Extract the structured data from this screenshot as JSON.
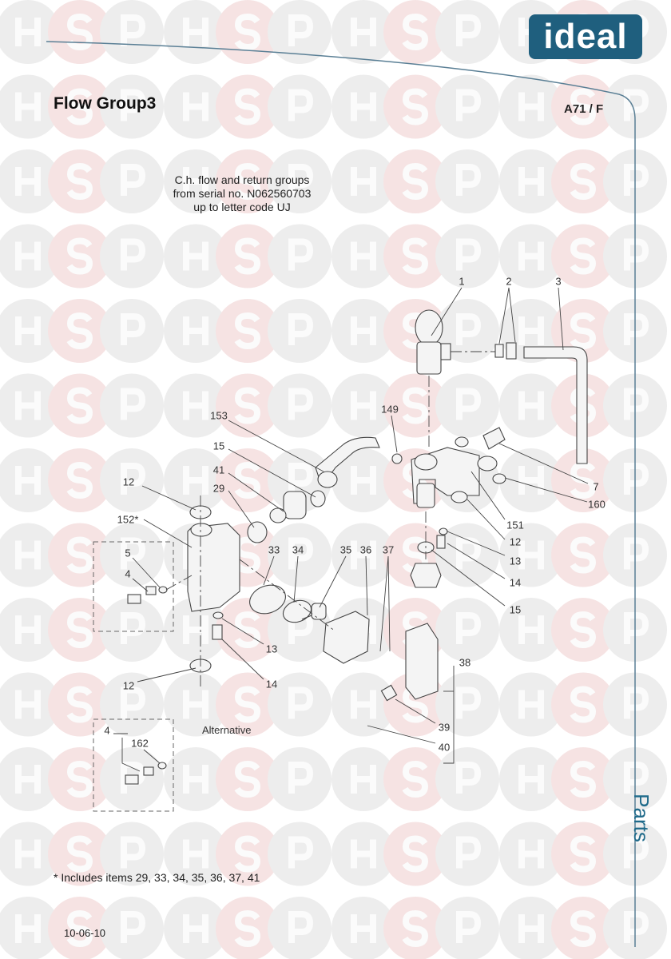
{
  "watermark": {
    "letters": [
      "H",
      "S",
      "P"
    ]
  },
  "brand": {
    "logo_text": "ideal",
    "color": "#1f5f7e"
  },
  "header": {
    "title": "Flow Group3",
    "page_code": "A71 / F",
    "description": [
      "C.h. flow and return groups",
      "from serial no. N062560703",
      "up to letter code UJ"
    ]
  },
  "callouts": [
    "1",
    "2",
    "3",
    "153",
    "149",
    "15",
    "41",
    "12",
    "29",
    "152*",
    "7",
    "160",
    "151",
    "12",
    "13",
    "14",
    "15",
    "5",
    "4",
    "33",
    "34",
    "35",
    "36",
    "37",
    "13",
    "14",
    "12",
    "38",
    "39",
    "40",
    "4",
    "162"
  ],
  "alternative_label": "Alternative",
  "footnote": "* Includes items 29, 33, 34, 35, 36, 37, 41",
  "date": "10-06-10",
  "side_tab": "Parts"
}
